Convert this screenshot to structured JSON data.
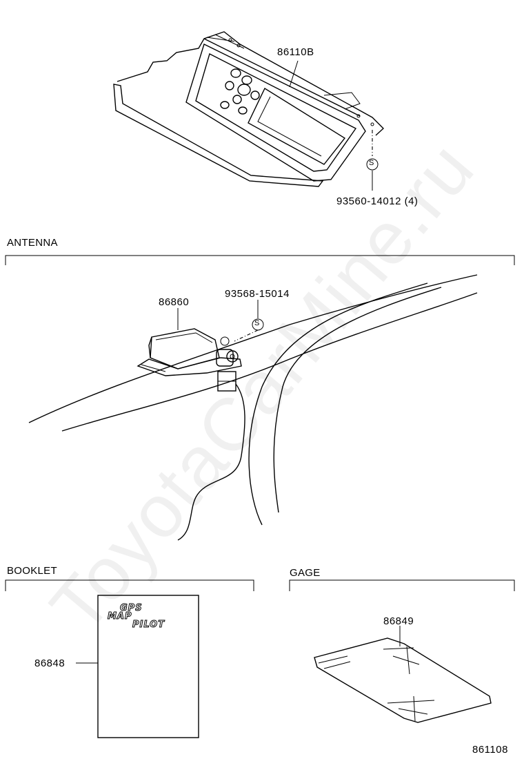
{
  "watermark": "ToyotaCarMine.ru",
  "diagram_number": "861108",
  "sections": {
    "antenna": "ANTENNA",
    "booklet": "BOOKLET",
    "gage": "GAGE"
  },
  "parts": {
    "display_unit": "86110B",
    "display_screw": "93560-14012 (4)",
    "antenna": "86860",
    "antenna_screw": "93568-15014",
    "booklet": "86848",
    "gage": "86849"
  },
  "screw_symbol": "S",
  "booklet_cover_lines": [
    "GPS",
    "MAP",
    "PILOT"
  ]
}
